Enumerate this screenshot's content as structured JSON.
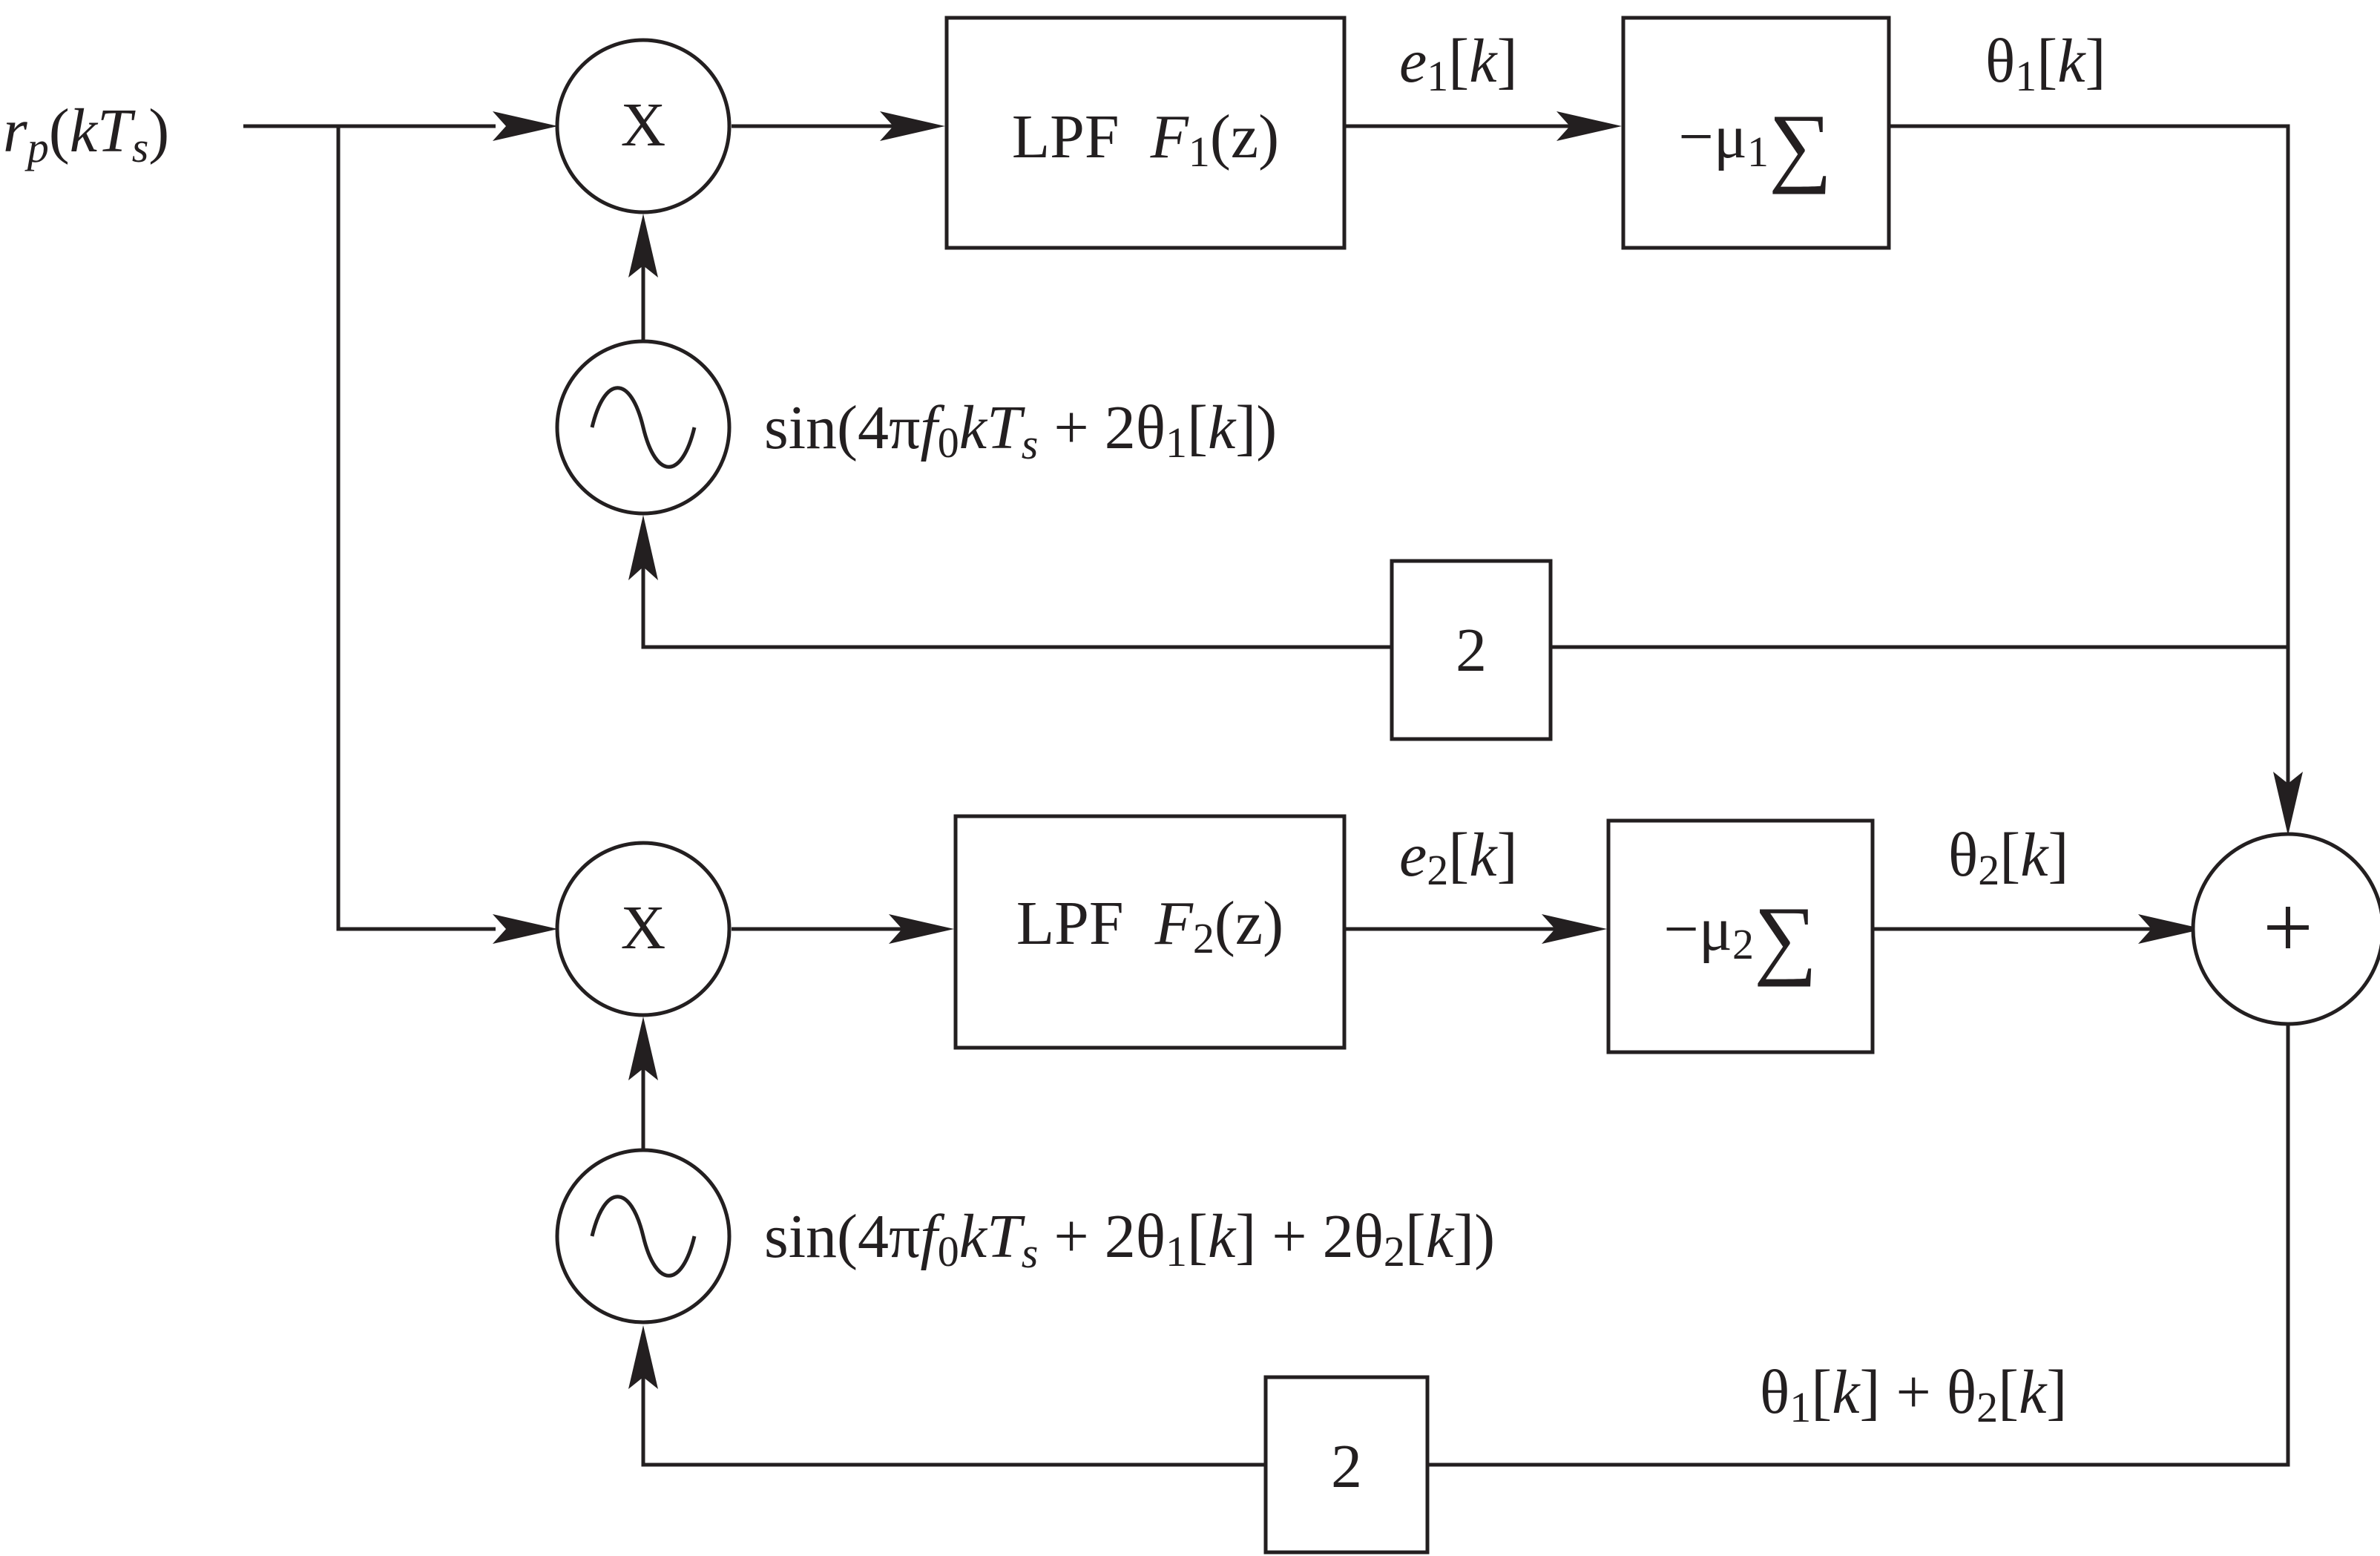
{
  "diagram": {
    "input": {
      "r": "r",
      "p": "p",
      "open": "(",
      "k": "k",
      "T": "T",
      "s": "s",
      "close": ")"
    },
    "branch1": {
      "mixer": "X",
      "lpf": {
        "prefix": "LPF",
        "F": "F",
        "sub": "1",
        "arg": "(z)"
      },
      "error": {
        "e": "e",
        "sub": "1",
        "idx_open": "[",
        "k": "k",
        "idx_close": "]"
      },
      "integrator": {
        "gain": "−μ",
        "sub": "1",
        "sum": "∑"
      },
      "theta": {
        "sym": "θ",
        "sub": "1",
        "idx_open": "[",
        "k": "k",
        "idx_close": "]"
      },
      "oscillator_label": {
        "pre": "sin(4π",
        "f": "f",
        "fsub": "0",
        "k": "k",
        "T": "T",
        "s": "s",
        "mid": " + 2θ",
        "tsub": "1",
        "open": "[",
        "k2": "k",
        "close": "])"
      },
      "feedback_gain": "2"
    },
    "branch2": {
      "mixer": "X",
      "lpf": {
        "prefix": "LPF",
        "F": "F",
        "sub": "2",
        "arg": "(z)"
      },
      "error": {
        "e": "e",
        "sub": "2",
        "idx_open": "[",
        "k": "k",
        "idx_close": "]"
      },
      "integrator": {
        "gain": "−μ",
        "sub": "2",
        "sum": "∑"
      },
      "theta": {
        "sym": "θ",
        "sub": "2",
        "idx_open": "[",
        "k": "k",
        "idx_close": "]"
      },
      "oscillator_label": {
        "pre": "sin(4π",
        "f": "f",
        "fsub": "0",
        "k": "k",
        "T": "T",
        "s": "s",
        "mid1": " + 2θ",
        "t1sub": "1",
        "open1": "[",
        "k2": "k",
        "close1": "] + 2θ",
        "t2sub": "2",
        "open2": "[",
        "k3": "k",
        "close2": "])"
      },
      "feedback_gain": "2"
    },
    "adder": "+",
    "sum_label": {
      "t1": "θ",
      "t1sub": "1",
      "open1": "[",
      "k1": "k",
      "close1": "] + θ",
      "t2sub": "2",
      "open2": "[",
      "k2": "k",
      "close2": "]"
    }
  }
}
